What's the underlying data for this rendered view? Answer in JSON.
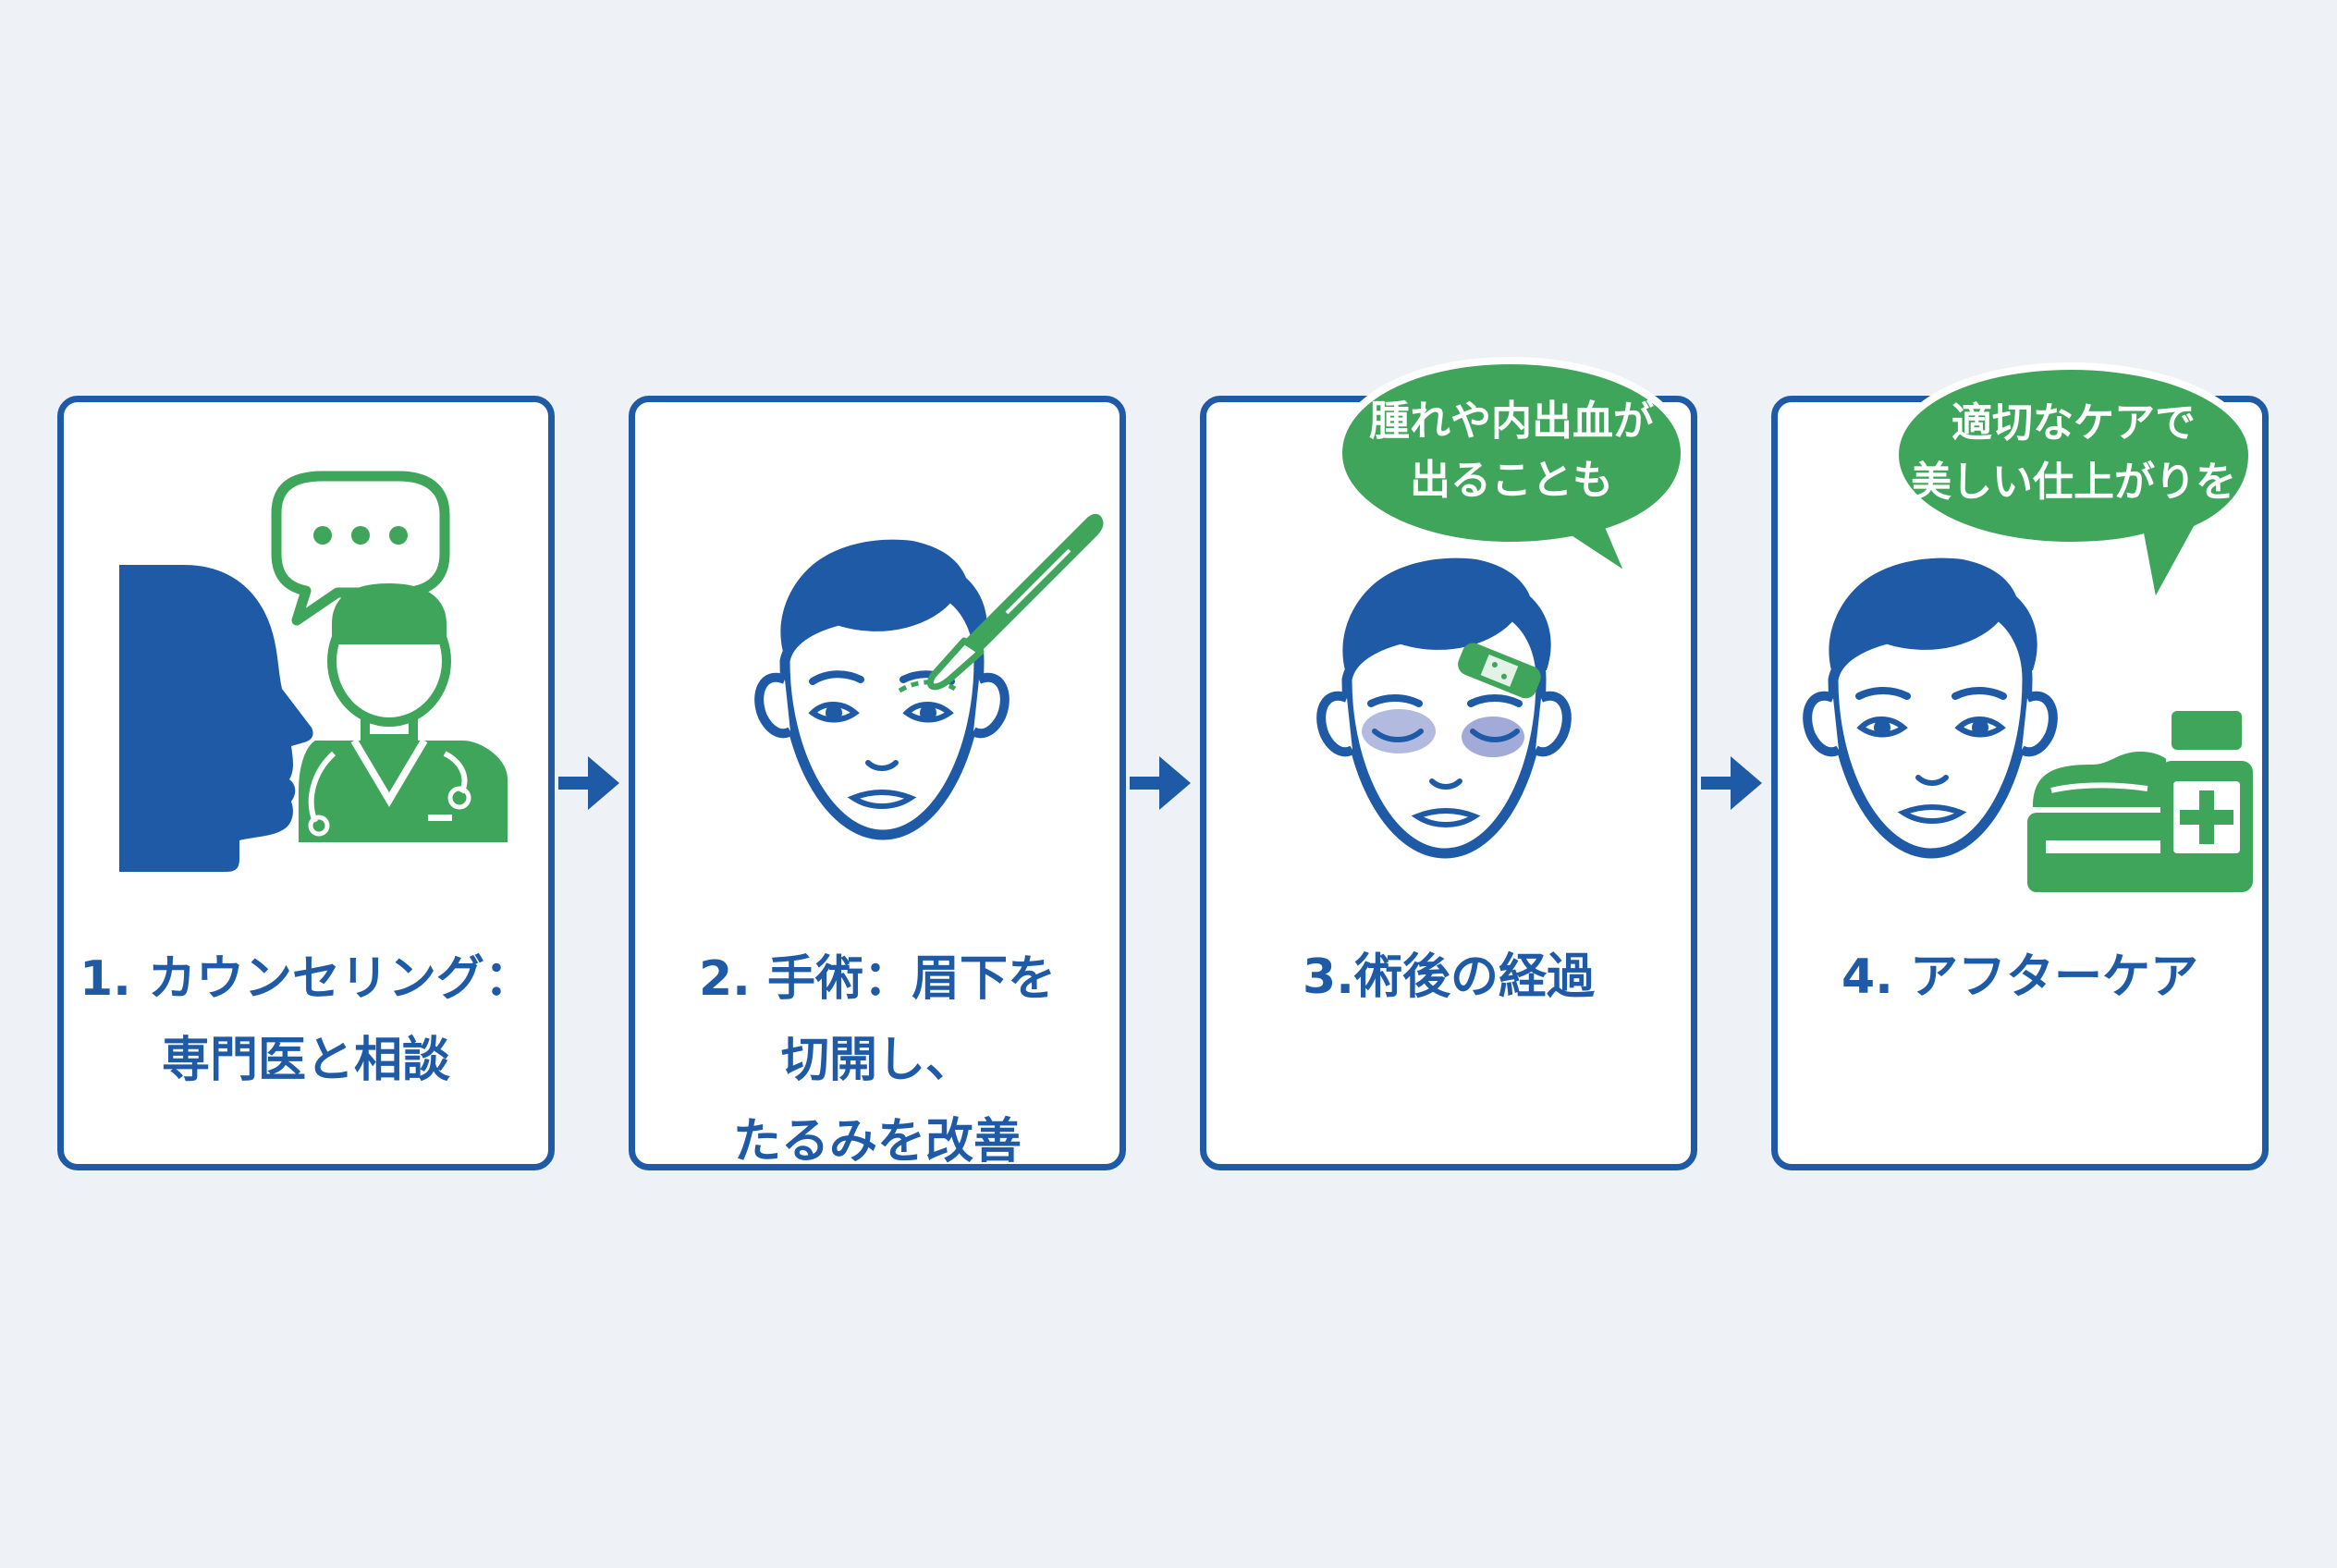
{
  "colors": {
    "primary_blue": "#1e5aa6",
    "accent_green": "#3fa55a",
    "background": "#eef2f7",
    "bruise": "#5566b8"
  },
  "steps": [
    {
      "label": "1. カウンセリング：\n専門医と相談",
      "icons": [
        "silhouette-head-icon",
        "speech-bubble-icon",
        "doctor-icon"
      ]
    },
    {
      "label": "2. 手術：眉下を\n切開し、\nたるみを改善",
      "icons": [
        "face-icon",
        "scalpel-icon"
      ]
    },
    {
      "label": "3.術後の経過",
      "icons": [
        "bruised-face-icon",
        "bandage-icon"
      ],
      "callout": "腫れや内出血が\n出ることも"
    },
    {
      "label": "4. アフターケア",
      "icons": [
        "face-icon",
        "cream-jar-icon",
        "medicine-bottle-icon"
      ],
      "callout": "適切なケアで\n美しい仕上がりを"
    }
  ]
}
